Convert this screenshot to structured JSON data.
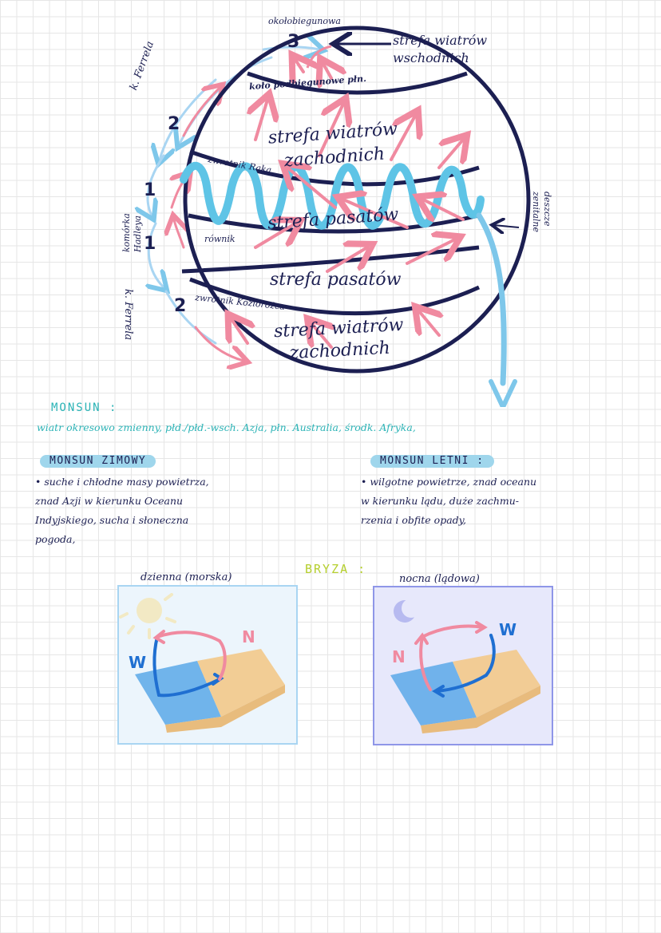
{
  "globe": {
    "top_label": "okołobiegunowa",
    "east_winds_zone": "strefa wiatrów wschodnich",
    "polar_front_belt": "koło podbiegunowe płn.",
    "west_winds_north": "strefa wiatrów zachodnich",
    "tropic_north": "zwrotnik Raka",
    "trade_winds_north": "strefa pasatów",
    "equator": "równik",
    "trade_winds_south": "strefa pasatów",
    "tropic_south": "zwrotnik Koziorożca",
    "west_winds_south": "strefa wiatrów zachodnich",
    "ferrel_north": "k. Ferrela",
    "ferrel_south": "k. Ferrela",
    "hadley_cell": "komórka Hadleya",
    "zenith_rains": "deszcze zenitalne",
    "cell_numbers": [
      "3",
      "2",
      "1",
      "1",
      "2"
    ],
    "colors": {
      "ink": "#1c1f52",
      "pink": "#f08aa0",
      "blue": "#5ec4e6",
      "light_blue": "#a9d5f2"
    }
  },
  "monsun": {
    "title": "MONSUN :",
    "definition": "wiatr okresowo zmienny,   płd./płd.-wsch. Azja,   płn. Australia, środk. Afryka,",
    "winter": {
      "title": "MONSUN ZIMOWY",
      "lines": [
        "• suche i chłodne masy powietrza,",
        "znad Azji w kierunku Oceanu",
        "Indyjskiego, sucha i słoneczna",
        "pogoda,"
      ]
    },
    "summer": {
      "title": "MONSUN LETNI :",
      "lines": [
        "• wilgotne powietrze, znad oceanu",
        "w kierunku lądu, duże zachmu-",
        "rzenia i obfite opady,"
      ]
    }
  },
  "bryza": {
    "title": "BRYZA :",
    "day": {
      "caption": "dzienna (morska)",
      "letter_low": "W",
      "letter_high": "N",
      "accent": "#a9d5f2"
    },
    "night": {
      "caption": "nocna (lądowa)",
      "letter_low": "N",
      "letter_high": "W",
      "accent": "#8f96e8"
    }
  }
}
